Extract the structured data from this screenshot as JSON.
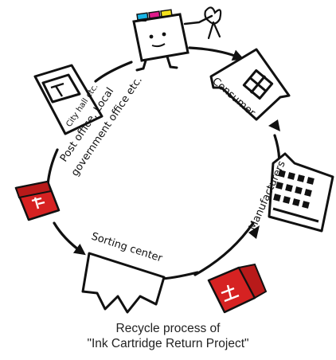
{
  "labels": {
    "consumer": "Consumer",
    "manufacturers": "Manufacturers",
    "sorting_center": "Sorting center",
    "city_hall": "City hall etc.",
    "post_office_line1": "Post office, Local",
    "post_office_line2": "government office etc."
  },
  "caption": {
    "line1": "Recycle process of",
    "line2": "\"Ink Cartridge Return Project\""
  },
  "icons": {
    "cartridge_mascot": "ink-cartridge-mascot-icon",
    "house": "house-icon",
    "factory": "factory-icon",
    "sorting_building": "sorting-center-icon",
    "city_hall": "city-hall-icon",
    "mailbox": "mailbox-icon"
  },
  "colors": {
    "cyan": "#19b5e6",
    "magenta": "#e01a8a",
    "yellow": "#f4e21c",
    "postbox_red": "#d62222",
    "ink": "#111111"
  }
}
